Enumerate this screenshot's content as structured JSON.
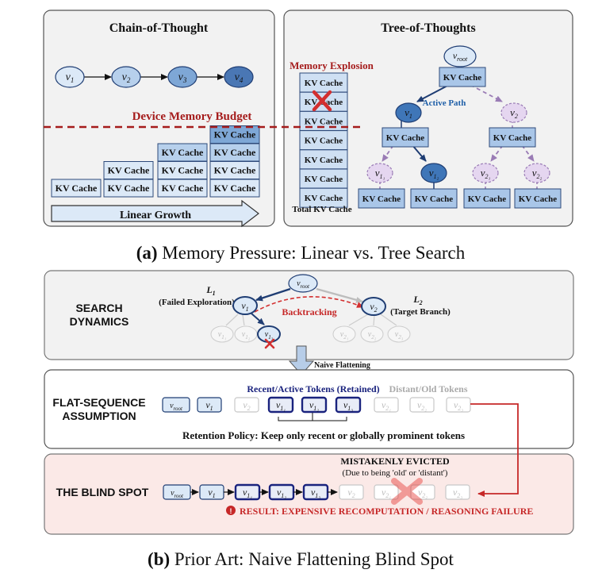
{
  "part_a": {
    "cot_title": "Chain-of-Thought",
    "tot_title": "Tree-of-Thoughts",
    "cot_nodes": [
      {
        "base": "v",
        "sub": "1"
      },
      {
        "base": "v",
        "sub": "2"
      },
      {
        "base": "v",
        "sub": "3"
      },
      {
        "base": "v",
        "sub": "4"
      }
    ],
    "budget_label": "Device Memory Budget",
    "kv_label": "KV Cache",
    "linear_growth": "Linear Growth",
    "memory_explosion": "Memory Explosion",
    "total_kv": "Total KV Cache",
    "root": {
      "base": "v",
      "sub": "root"
    },
    "tree_nodes": [
      {
        "base": "v",
        "sub": "1"
      },
      {
        "base": "v",
        "sub": "2"
      },
      {
        "base": "v",
        "sub": "1₁"
      },
      {
        "base": "v",
        "sub": "1₂"
      },
      {
        "base": "v",
        "sub": "2₁"
      },
      {
        "base": "v",
        "sub": "2₂"
      }
    ],
    "active_path": "Active Path",
    "caption_bold": "(a)",
    "caption_text": " Memory Pressure: Linear vs. Tree Search"
  },
  "part_b": {
    "search_dynamics": [
      "SEARCH",
      "DYNAMICS"
    ],
    "l1": "L",
    "l1_sub": "1",
    "failed_exploration": "(Failed Exploration)",
    "l2": "L",
    "l2_sub": "2",
    "target_branch": "(Target Branch)",
    "backtracking": "Backtracking",
    "leaf_subs": [
      "1₁",
      "1₂",
      "1₃",
      "2₁",
      "2₂",
      "2₃"
    ],
    "naive_flattening": "Naive Flattening",
    "flat_sequence": [
      "FLAT-SEQUENCE",
      "ASSUMPTION"
    ],
    "recent_tokens": "Recent/Active Tokens (Retained)",
    "old_tokens": "Distant/Old Tokens",
    "token_subs": [
      "root",
      "1",
      "2",
      "1₁",
      "1₂",
      "1₃",
      "2₁",
      "2₂",
      "2₃"
    ],
    "retention_policy": "Retention Policy: Keep only recent or globally prominent tokens",
    "blind_spot": "THE BLIND SPOT",
    "mistakenly_evicted": "MISTAKENLY EVICTED",
    "evicted_reason": "(Due to being 'old' or 'distant')",
    "result": "RESULT: EXPENSIVE RECOMPUTATION / REASONING FAILURE",
    "caption_bold": "(b)",
    "caption_text": " Prior Art: Naive Flattening Blind Spot"
  },
  "colors": {
    "budget_red": "#a51c1c",
    "navy": "#1f3d73",
    "dashed_purple": "#9a7cb5",
    "retained_navy": "#1a237e",
    "panel_pink": "#fbe9e7",
    "result_red": "#c62828"
  }
}
